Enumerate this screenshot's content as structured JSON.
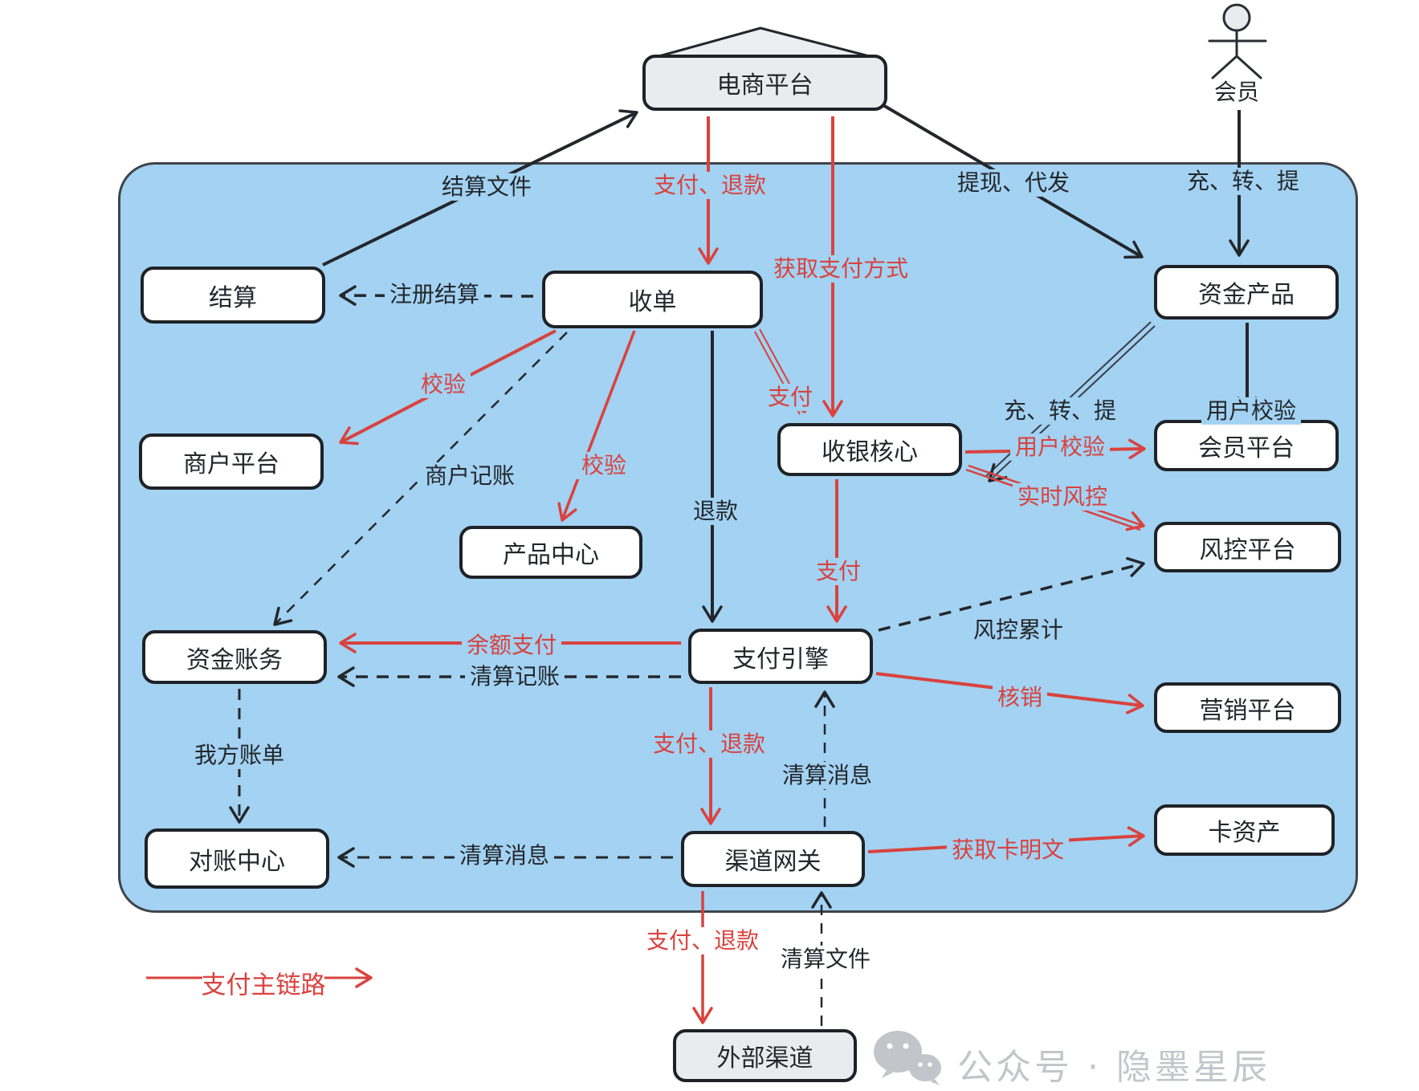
{
  "nodes": {
    "platform": "电商平台",
    "jiesuan": "结算",
    "shoudan": "收单",
    "zijin_chanpin": "资金产品",
    "shanghu": "商户平台",
    "shouyin": "收银核心",
    "huiyuan_pt": "会员平台",
    "chanpin_center": "产品中心",
    "fengkong": "风控平台",
    "zijin_zhangwu": "资金账务",
    "zhifu_engine": "支付引擎",
    "yingxiao": "营销平台",
    "duizhang": "对账中心",
    "qudao": "渠道网关",
    "ka_zichan": "卡资产",
    "waibu": "外部渠道"
  },
  "actor": {
    "label": "会员"
  },
  "edge_labels": {
    "settle_file": "结算文件",
    "pay_refund_top": "支付、退款",
    "withdraw_df": "提现、代发",
    "czt_top": "充、转、提",
    "get_pay_method": "获取支付方式",
    "reg_settle": "注册结算",
    "check_merchant": "校验",
    "check_product": "校验",
    "merchant_acct": "商户记账",
    "refund": "退款",
    "pay_acquire": "支付",
    "czt_inner": "充、转、提",
    "user_check_black": "用户校验",
    "user_check_red": "用户校验",
    "realtime_risk": "实时风控",
    "pay_engine": "支付",
    "risk_accum": "风控累计",
    "balance_pay": "余额支付",
    "clearing_acct": "清算记账",
    "hexiao": "核销",
    "our_bill": "我方账单",
    "pay_refund_mid": "支付、退款",
    "clearing_msg_up": "清算消息",
    "clearing_msg_left": "清算消息",
    "get_card": "获取卡明文",
    "pay_refund_ext": "支付、退款",
    "clearing_file": "清算文件"
  },
  "legend": {
    "label": "支付主链路"
  },
  "watermark": {
    "label": "公众号 · 隐墨星辰"
  },
  "colors": {
    "container_fill": "#a3d2f2",
    "box_border": "#1e2227",
    "red": "#d9423e",
    "text": "#23272c",
    "watermark": "#c2c5c9"
  }
}
